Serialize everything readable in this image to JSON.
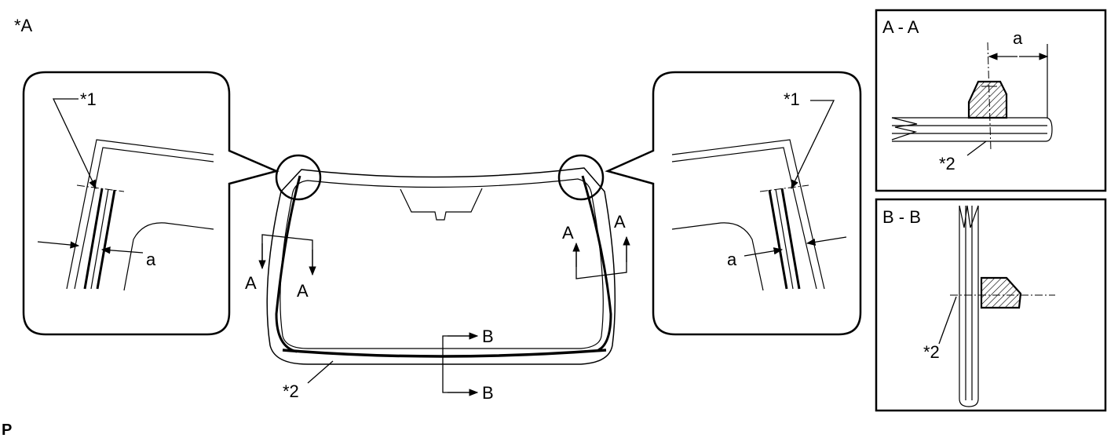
{
  "figure": {
    "view_label": "*A",
    "footer_mark": "P"
  },
  "callouts": {
    "part1": "*1",
    "part2": "*2",
    "dimension": "a",
    "section_a": "A",
    "section_b": "B"
  },
  "sections": {
    "aa_title": "A - A",
    "bb_title": "B - B"
  },
  "colors": {
    "line": "#000000",
    "background": "#ffffff"
  }
}
